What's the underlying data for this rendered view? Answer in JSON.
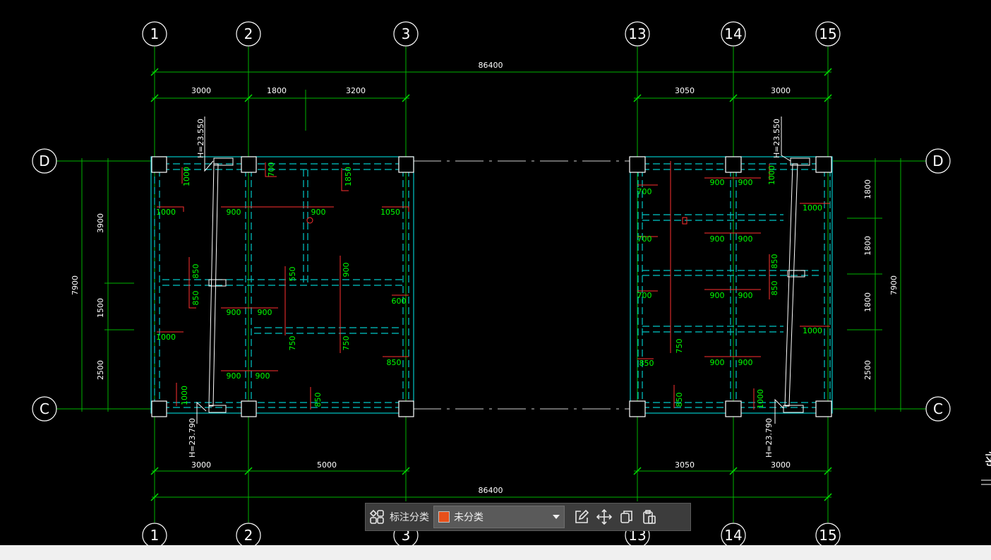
{
  "drawing": {
    "axes_top": [
      "1",
      "2",
      "3",
      "13",
      "14",
      "15"
    ],
    "axes_bottom": [
      "1",
      "2",
      "3",
      "13",
      "14",
      "15"
    ],
    "axes_left": [
      "D",
      "C"
    ],
    "axes_right": [
      "D",
      "C"
    ],
    "dims_top_total": "86400",
    "dims_top_left": [
      "3000",
      "1800",
      "3200"
    ],
    "dims_top_right": [
      "3050",
      "3000"
    ],
    "dims_bottom_total": "86400",
    "dims_bottom_left": [
      "3000",
      "5000"
    ],
    "dims_bottom_right": [
      "3050",
      "3000"
    ],
    "dims_left_total": "7900",
    "dims_left": [
      "3900",
      "1500",
      "2500"
    ],
    "dims_right_total": "7900",
    "dims_right": [
      "1800",
      "1800",
      "1800",
      "2500"
    ],
    "elevations": [
      "H=23.550",
      "H=23.790",
      "H=23.550",
      "H=23.790"
    ],
    "beam_labels_left": [
      "1000",
      "700",
      "1850",
      "1000",
      "900",
      "900",
      "1050",
      "850",
      "550",
      "900",
      "850",
      "900",
      "900",
      "600",
      "1000",
      "750",
      "750",
      "850",
      "900",
      "900",
      "1000",
      "850"
    ],
    "beam_labels_right": [
      "900",
      "900",
      "1000",
      "700",
      "1000",
      "700",
      "900",
      "900",
      "850",
      "700",
      "900",
      "900",
      "850",
      "1000",
      "750",
      "850",
      "900",
      "900",
      "850",
      "1000"
    ],
    "cut_label": "梯",
    "colors": {
      "grid": "#00c000",
      "beam": "#00c8c8",
      "text": "#00ff00",
      "red": "#ff3030",
      "white": "#ffffff"
    }
  },
  "toolbar": {
    "grid_icon": "grid-icon",
    "label": "标注分类",
    "select_value": "未分类",
    "swatch_color": "#e8501a",
    "icons": [
      "edit-icon",
      "move-icon",
      "copy-icon",
      "paste-icon"
    ]
  }
}
